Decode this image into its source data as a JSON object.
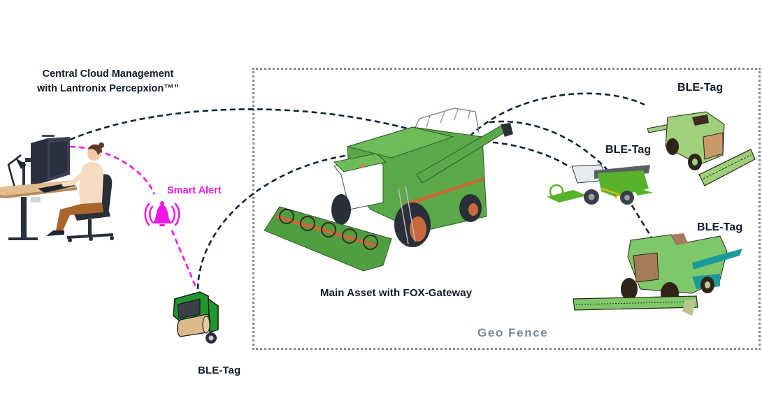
{
  "diagram": {
    "title_lines": [
      "Central Cloud Management",
      "with Lantronix Percepxion™”"
    ],
    "smart_alert_label": "Smart Alert",
    "geo_fence_label": "Geo Fence",
    "main_asset_label": "Main Asset with FOX-Gateway",
    "ble_tags": [
      {
        "label": "BLE-Tag",
        "asset": "round baler trailer"
      },
      {
        "label": "BLE-Tag",
        "asset": "modern combine harvester"
      },
      {
        "label": "BLE-Tag",
        "asset": "light-green combine harvester"
      },
      {
        "label": "BLE-Tag",
        "asset": "green-teal combine harvester"
      }
    ],
    "nodes": [
      {
        "id": "cloud-operator",
        "kind": "workstation with operator"
      },
      {
        "id": "smart-alert",
        "kind": "bell-alarm-icon"
      },
      {
        "id": "main-asset",
        "kind": "combine harvester with gateway"
      },
      {
        "id": "baler",
        "kind": "tagged asset"
      },
      {
        "id": "harvester-top-right",
        "kind": "tagged asset"
      },
      {
        "id": "harvester-middle",
        "kind": "tagged asset"
      },
      {
        "id": "harvester-bottom-right",
        "kind": "tagged asset"
      }
    ],
    "links": [
      {
        "from": "cloud-operator",
        "to": "main-asset",
        "style": "dashed",
        "color": "#14243a"
      },
      {
        "from": "main-asset",
        "to": "harvester-top-right",
        "style": "dashed",
        "color": "#14243a"
      },
      {
        "from": "main-asset",
        "to": "harvester-middle",
        "style": "dashed",
        "color": "#14243a"
      },
      {
        "from": "main-asset",
        "to": "harvester-bottom-right",
        "style": "dashed",
        "color": "#14243a"
      },
      {
        "from": "baler",
        "to": "main-asset",
        "style": "dashed",
        "color": "#14243a"
      },
      {
        "from": "cloud-operator",
        "to": "smart-alert",
        "style": "dashed",
        "color": "#ee16e8"
      },
      {
        "from": "smart-alert",
        "to": "baler",
        "style": "dashed",
        "color": "#ee16e8"
      }
    ],
    "colors": {
      "text": "#101b2b",
      "alert": "#ee16e8",
      "link": "#14243a",
      "fence": "#7d8898",
      "fence_label": "#7a8898",
      "harvester_green": "#5aa84a"
    }
  }
}
